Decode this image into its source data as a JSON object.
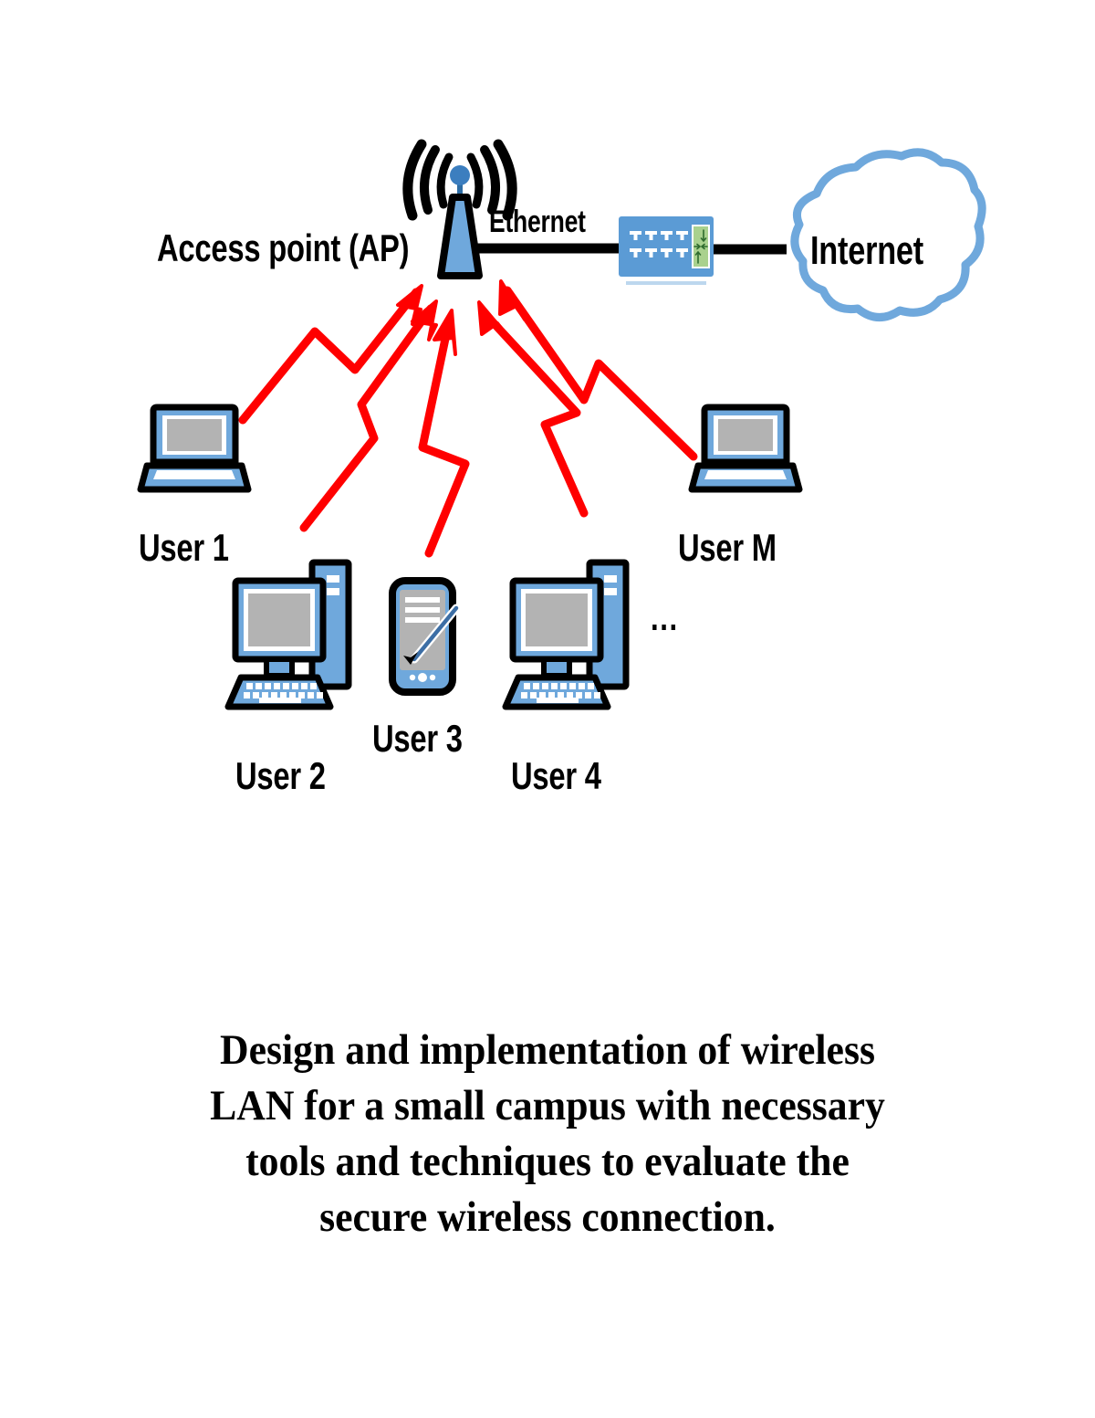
{
  "diagram": {
    "title_alt": "Wireless LAN topology with access point, users, switch and Internet",
    "nodes": {
      "access_point": {
        "label": "Access point (AP)",
        "icon": "wireless-antenna-icon"
      },
      "ethernet_link": {
        "label": "Ethernet",
        "icon": "ethernet-link-icon"
      },
      "switch": {
        "label": "",
        "icon": "network-switch-icon",
        "port_rows": 2,
        "ports_per_row": 4
      },
      "internet": {
        "label": "Internet",
        "icon": "cloud-icon"
      },
      "user1": {
        "label": "User 1",
        "icon": "laptop-icon"
      },
      "user2": {
        "label": "User 2",
        "icon": "desktop-computer-icon"
      },
      "user3": {
        "label": "User 3",
        "icon": "pda-smartphone-icon"
      },
      "user4": {
        "label": "User 4",
        "icon": "desktop-computer-icon"
      },
      "userm": {
        "label": "User M",
        "icon": "laptop-icon"
      },
      "more_users": {
        "label": "...",
        "icon": "ellipsis-icon"
      }
    },
    "wireless_links": {
      "count": 5,
      "style": "red-zigzag-arrow",
      "direction": "users-to-access-point"
    },
    "colors": {
      "device_blue": "#6FA8DC",
      "switch_blue": "#5B9BD5",
      "screen_gray": "#B3B3B3",
      "outline_black": "#000000",
      "wireless_red": "#FF0000",
      "switch_icon_green": "#A9D18E",
      "cloud_outline": "#6FA8DC",
      "white": "#FFFFFF"
    }
  },
  "caption": {
    "lines": [
      "Design and implementation of wireless",
      "LAN for a small campus with necessary",
      "tools and techniques to evaluate the",
      "secure wireless connection."
    ]
  }
}
